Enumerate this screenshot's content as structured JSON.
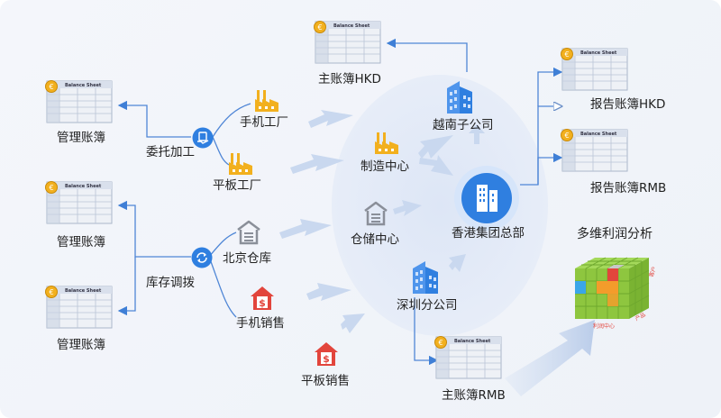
{
  "nodes": {
    "hq": "香港集团总部",
    "vn": "越南子公司",
    "sz": "深圳分公司",
    "mfg_center": "制造中心",
    "wh_center": "仓储中心",
    "phone_factory": "手机工厂",
    "tablet_factory": "平板工厂",
    "bj_warehouse": "北京仓库",
    "phone_sales": "手机销售",
    "tablet_sales": "平板销售",
    "outsourcing": "委托加工",
    "transfer": "库存调拨",
    "analysis": "多维利润分析"
  },
  "ledgers": {
    "sheet_caption": "Balance Sheet",
    "main_hkd": "主账簿HKD",
    "main_rmb": "主账簿RMB",
    "report_hkd": "报告账簿HKD",
    "report_rmb": "报告账簿RMB",
    "mgmt_1": "管理账簿",
    "mgmt_2": "管理账簿",
    "mgmt_3": "管理账簿"
  },
  "cube_labels": {
    "axis_1": "利润中心",
    "axis_2": "产品",
    "axis_3": "客户"
  },
  "icons": {
    "hq": "building-icon",
    "vn": "building-icon",
    "sz": "building-icon",
    "mfg_center": "factory-icon",
    "phone_factory": "factory-icon",
    "tablet_factory": "factory-icon",
    "wh_center": "warehouse-icon",
    "bj_warehouse": "warehouse-icon",
    "phone_sales": "shop-dollar-icon",
    "tablet_sales": "shop-dollar-icon",
    "outsourcing": "document-hand-icon",
    "transfer": "refresh-icon",
    "ledger": "balance-sheet-icon"
  },
  "colors": {
    "accent_blue": "#2f7fe0",
    "factory_yellow": "#f2b01e",
    "sales_red": "#e2453c",
    "warehouse_gray": "#8a8f99",
    "cube_green": "#8ec63f",
    "center_ellipse": "#e6ecf8"
  }
}
